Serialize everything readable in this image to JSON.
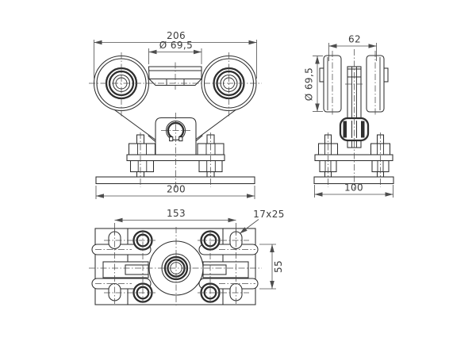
{
  "drawing": {
    "background": "#ffffff",
    "line_color": "#2e2e2e",
    "dim_color": "#4d4d4d",
    "dimensions": {
      "front_overall_width": "206",
      "front_roller_diameter": "Ø 69,5",
      "front_base_width": "200",
      "side_pair_width": "62",
      "side_roller_diameter": "Ø 69,5",
      "side_base_width": "100",
      "top_slot_spacing": "153",
      "top_slot_size": "17x25",
      "top_roller_span": "55"
    }
  }
}
